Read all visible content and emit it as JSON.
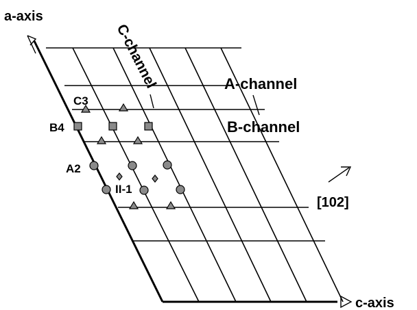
{
  "labels": {
    "a_axis": "a-axis",
    "c_axis": "c-axis",
    "c_channel": "C-channel",
    "a_channel": "A-channel",
    "b_channel": "B-channel",
    "direction": "[102]",
    "c3": "C3",
    "b4": "B4",
    "a2": "A2",
    "ii1": "II-1"
  },
  "marker_legend": {
    "triangle": "C3 sites",
    "square": "B4 sites",
    "circle": "A2 sites",
    "diamond": "II-1 sites"
  },
  "colors": {
    "ink": "#000000",
    "marker_fill": "#8a8a8a",
    "background": "#ffffff"
  }
}
